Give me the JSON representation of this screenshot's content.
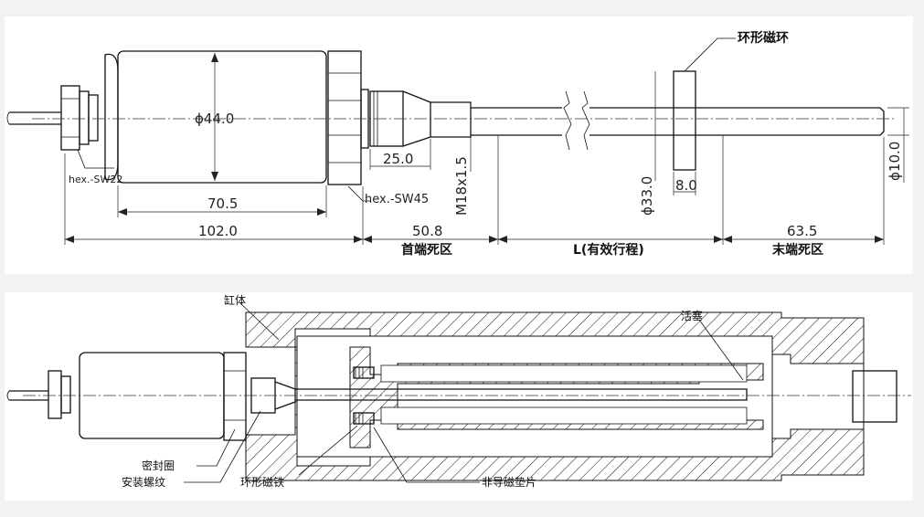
{
  "top_diagram": {
    "dims": {
      "diameter_body": "ϕ44.0",
      "body_length": "70.5",
      "total_head": "102.0",
      "thread_len": "25.0",
      "thread_spec": "M18x1.5",
      "head_dead_len": "50.8",
      "tail_dead_len": "63.5",
      "magnet_diameter": "ϕ33.0",
      "magnet_width": "8.0",
      "rod_diameter": "ϕ10.0"
    },
    "labels": {
      "hex_small": "hex.-SW22",
      "hex_large": "hex.-SW45",
      "magnet_ring": "环形磁环",
      "head_dead_zone": "首端死区",
      "stroke": "L(有效行程)",
      "tail_dead_zone": "末端死区"
    }
  },
  "bottom_diagram": {
    "labels": {
      "cylinder": "缸体",
      "piston": "活塞",
      "seal_ring": "密封圈",
      "mount_thread": "安装螺纹",
      "ring_magnet": "环形磁铁",
      "non_magnetic_pad": "非导磁垫片"
    }
  }
}
